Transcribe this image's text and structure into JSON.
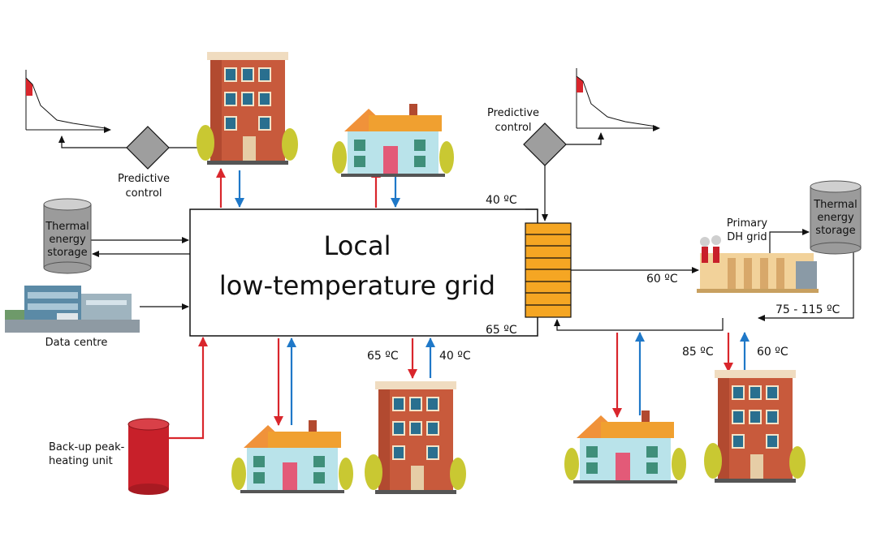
{
  "main_box": {
    "line1": "Local",
    "line2": "low-temperature grid"
  },
  "labels": {
    "predictive_control_left": [
      "Predictive",
      "control"
    ],
    "predictive_control_right": [
      "Predictive",
      "control"
    ],
    "thermal_storage_left": [
      "Thermal",
      "energy",
      "storage"
    ],
    "thermal_storage_right": [
      "Thermal",
      "energy",
      "storage"
    ],
    "data_centre": "Data centre",
    "backup": [
      "Back-up peak-",
      "heating unit"
    ],
    "primary_dh": [
      "Primary",
      "DH grid"
    ]
  },
  "temperatures": {
    "hx_top_in": "40 ºC",
    "hx_out": "60 ºC",
    "hx_bottom": "65 ºC",
    "primary_return": "75 - 115 ºC",
    "building_supply": "65 ºC",
    "building_return": "40 ºC",
    "dh_building_supply": "85 ºC",
    "dh_building_return": "60 ºC"
  },
  "colors": {
    "supply": "#d9262c",
    "return": "#1f78c8",
    "hx": "#f5a623",
    "diamond": "#9e9e9e",
    "storage": "#9b9b9b",
    "backup": "#c8202a"
  },
  "icons": [
    "apartment-building-icon",
    "house-icon",
    "factory-icon",
    "data-centre-icon",
    "load-curve-icon"
  ]
}
